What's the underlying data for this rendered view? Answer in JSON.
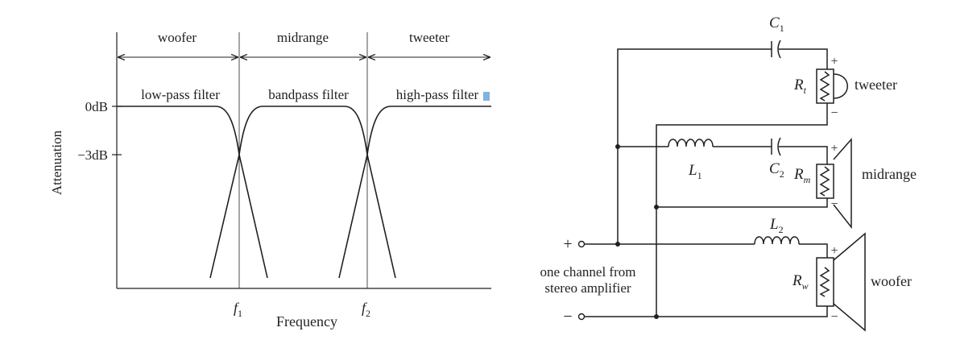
{
  "filter_plot": {
    "bands": {
      "woofer": "woofer",
      "midrange": "midrange",
      "tweeter": "tweeter"
    },
    "filters": {
      "low": "low-pass filter",
      "band": "bandpass filter",
      "high": "high-pass filter"
    },
    "y_ticks": {
      "zero": "0dB",
      "minus3": "−3dB"
    },
    "ylabel": "Attenuation",
    "xlabel": "Frequency",
    "f1": {
      "main": "f",
      "sub": "1"
    },
    "f2": {
      "main": "f",
      "sub": "2"
    }
  },
  "circuit": {
    "C1": {
      "main": "C",
      "sub": "1"
    },
    "C2": {
      "main": "C",
      "sub": "2"
    },
    "L1": {
      "main": "L",
      "sub": "1"
    },
    "L2": {
      "main": "L",
      "sub": "2"
    },
    "Rt": {
      "main": "R",
      "sub": "t"
    },
    "Rm": {
      "main": "R",
      "sub": "m"
    },
    "Rw": {
      "main": "R",
      "sub": "w"
    },
    "speakers": {
      "tweeter": "tweeter",
      "midrange": "midrange",
      "woofer": "woofer"
    },
    "plus": "+",
    "minus": "−",
    "source_line1": "one channel from",
    "source_line2": "stereo amplifier"
  }
}
